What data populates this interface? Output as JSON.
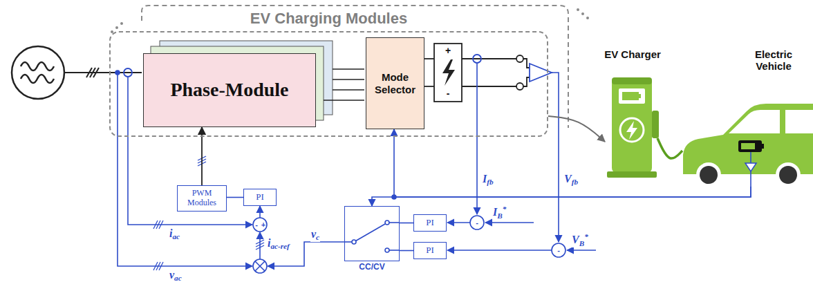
{
  "diagram": {
    "nodes": [
      {
        "text": [
          "EV Charging Modules"
        ]
      },
      {
        "text": [
          "Phase-Module"
        ],
        "in": 0
      },
      {
        "text": [
          "Mode Selector"
        ],
        "in": 0
      },
      {
        "text": [
          "PWM Modules"
        ]
      },
      {
        "text": [
          "PI"
        ]
      },
      {
        "text": [
          "PI"
        ]
      },
      {
        "text": [
          "PI"
        ]
      },
      {
        "text": [
          "CC/CV"
        ]
      },
      {
        "text": [
          "EV Charger"
        ]
      },
      {
        "text": [
          "Electric Vehicle"
        ]
      }
    ],
    "edges": [
      {
        "from": 3,
        "to": 1,
        "arrow": "to"
      },
      {
        "from": 4,
        "to": 3,
        "arrow": "none"
      },
      {
        "from": 5,
        "to": 7,
        "arrow": "none"
      },
      {
        "from": 6,
        "to": 7,
        "arrow": "none"
      },
      {
        "from": 9,
        "to": 2,
        "arrow": "to"
      },
      {
        "from": 9,
        "to": 7,
        "arrow": "to"
      },
      {
        "from": 0,
        "to": 8,
        "arrow": "to"
      },
      {
        "from": 8,
        "to": 9,
        "arrow": "none"
      }
    ],
    "labels": [
      "iac",
      "iac-ref",
      "vac",
      "vc",
      "Ifb",
      "IB*",
      "Vfb",
      "VB*",
      "-",
      "+",
      "-",
      "-",
      "+",
      "-"
    ]
  }
}
